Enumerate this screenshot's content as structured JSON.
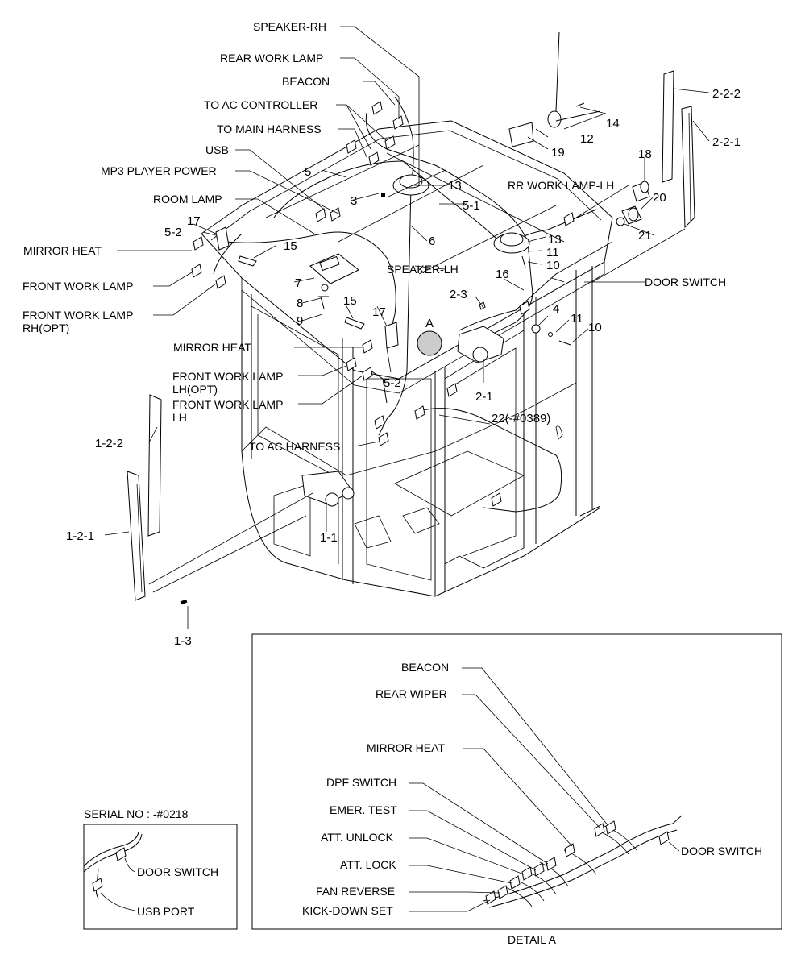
{
  "labels": {
    "speaker_rh": "SPEAKER-RH",
    "rear_work_lamp": "REAR WORK LAMP",
    "beacon": "BEACON",
    "to_ac_controller": "TO AC CONTROLLER",
    "to_main_harness": "TO MAIN HARNESS",
    "usb": "USB",
    "mp3_player_power": "MP3 PLAYER POWER",
    "room_lamp": "ROOM LAMP",
    "mirror_heat_left": "MIRROR HEAT",
    "front_work_lamp": "FRONT WORK LAMP",
    "front_work_lamp_rh_1": "FRONT WORK LAMP",
    "front_work_lamp_rh_2": "RH(OPT)",
    "speaker_lh": "SPEAKER-LH",
    "rr_work_lamp_lh": "RR WORK LAMP-LH",
    "door_switch_top": "DOOR SWITCH",
    "mirror_heat_mid": "MIRROR HEAT",
    "front_work_lamp_lh_opt_1": "FRONT WORK LAMP",
    "front_work_lamp_lh_opt_2": "LH(OPT)",
    "front_work_lamp_lh_1": "FRONT WORK LAMP",
    "front_work_lamp_lh_2": "LH",
    "to_ac_harness": "TO AC HARNESS",
    "detail_marker": "A"
  },
  "part_numbers": {
    "p14": "14",
    "p12": "12",
    "p19": "19",
    "p13a": "13",
    "p13b": "13",
    "p5": "5",
    "p3": "3",
    "p5_1": "5-1",
    "p6": "6",
    "p11a": "11",
    "p10a": "10",
    "p17a": "17",
    "p5_2a": "5-2",
    "p15a": "15",
    "p7": "7",
    "p8": "8",
    "p9": "9",
    "p15b": "15",
    "p17b": "17",
    "p5_2b": "5-2",
    "p2_3": "2-3",
    "p16": "16",
    "p4": "4",
    "p11b": "11",
    "p10b": "10",
    "p2_1": "2-1",
    "p22": "22(-#0389)",
    "p18": "18",
    "p20": "20",
    "p21": "21",
    "p2_2_2": "2-2-2",
    "p2_2_1": "2-2-1",
    "p1_2_2": "1-2-2",
    "p1_2_1": "1-2-1",
    "p1_1": "1-1",
    "p1_3": "1-3"
  },
  "detail_a": {
    "title": "DETAIL A",
    "labels": {
      "beacon": "BEACON",
      "rear_wiper": "REAR WIPER",
      "mirror_heat": "MIRROR HEAT",
      "dpf_switch": "DPF SWITCH",
      "emer_test": "EMER. TEST",
      "att_unlock": "ATT. UNLOCK",
      "att_lock": "ATT. LOCK",
      "fan_reverse": "FAN REVERSE",
      "kick_down_set": "KICK-DOWN SET",
      "door_switch": "DOOR SWITCH"
    }
  },
  "serial_box": {
    "title": "SERIAL NO : -#0218",
    "door_switch": "DOOR SWITCH",
    "usb_port": "USB PORT"
  }
}
